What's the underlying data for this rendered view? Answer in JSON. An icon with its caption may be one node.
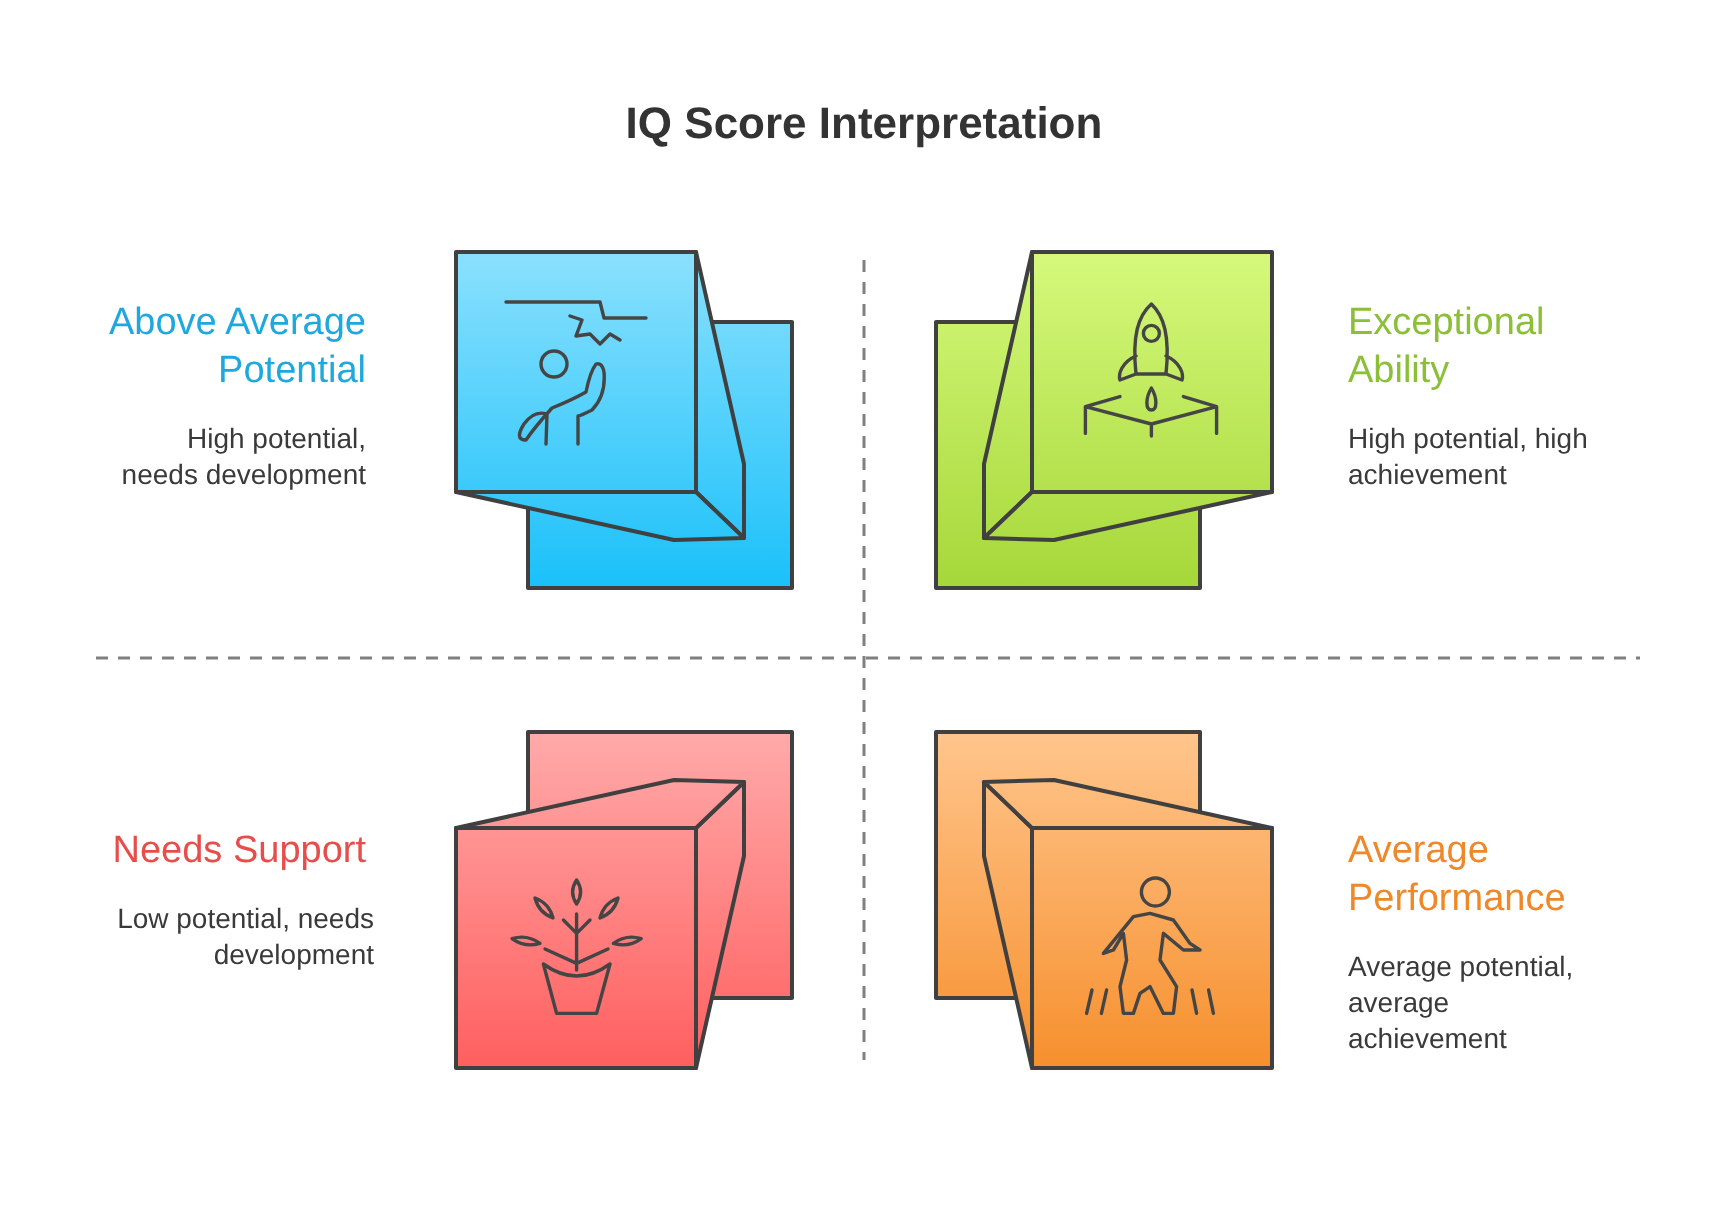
{
  "diagram": {
    "title": "IQ Score Interpretation",
    "nodes": [
      {
        "text": [
          "Above Average Potential",
          "High potential, needs development"
        ]
      },
      {
        "text": [
          "Exceptional Ability",
          "High potential, high achievement"
        ]
      },
      {
        "text": [
          "Needs Support",
          "Low potential, needs development"
        ]
      },
      {
        "text": [
          "Average Performance",
          "Average potential, average achievement"
        ]
      }
    ]
  }
}
